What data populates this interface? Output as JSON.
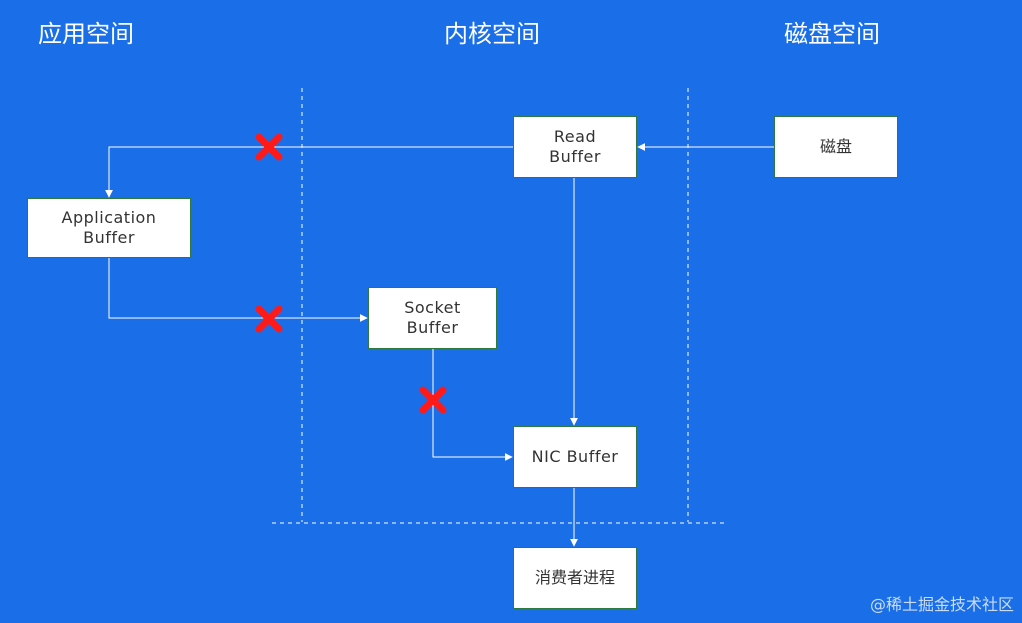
{
  "regions": {
    "app": "应用空间",
    "kernel": "内核空间",
    "disk": "磁盘空间"
  },
  "nodes": {
    "read_buffer": "Read\nBuffer",
    "disk": "磁盘",
    "application_buffer": "Application\nBuffer",
    "socket_buffer": "Socket\nBuffer",
    "nic_buffer": "NIC Buffer",
    "consumer_process": "消费者进程"
  },
  "colors": {
    "background": "#1a6fe8",
    "box_border": "#2d7a3c",
    "blocked_mark": "#ff0000",
    "line": "#ffffff"
  },
  "blocked_paths": [
    "read_buffer -> application_buffer",
    "application_buffer -> socket_buffer",
    "socket_buffer -> nic_buffer"
  ],
  "watermark": "@稀土掘金技术社区"
}
